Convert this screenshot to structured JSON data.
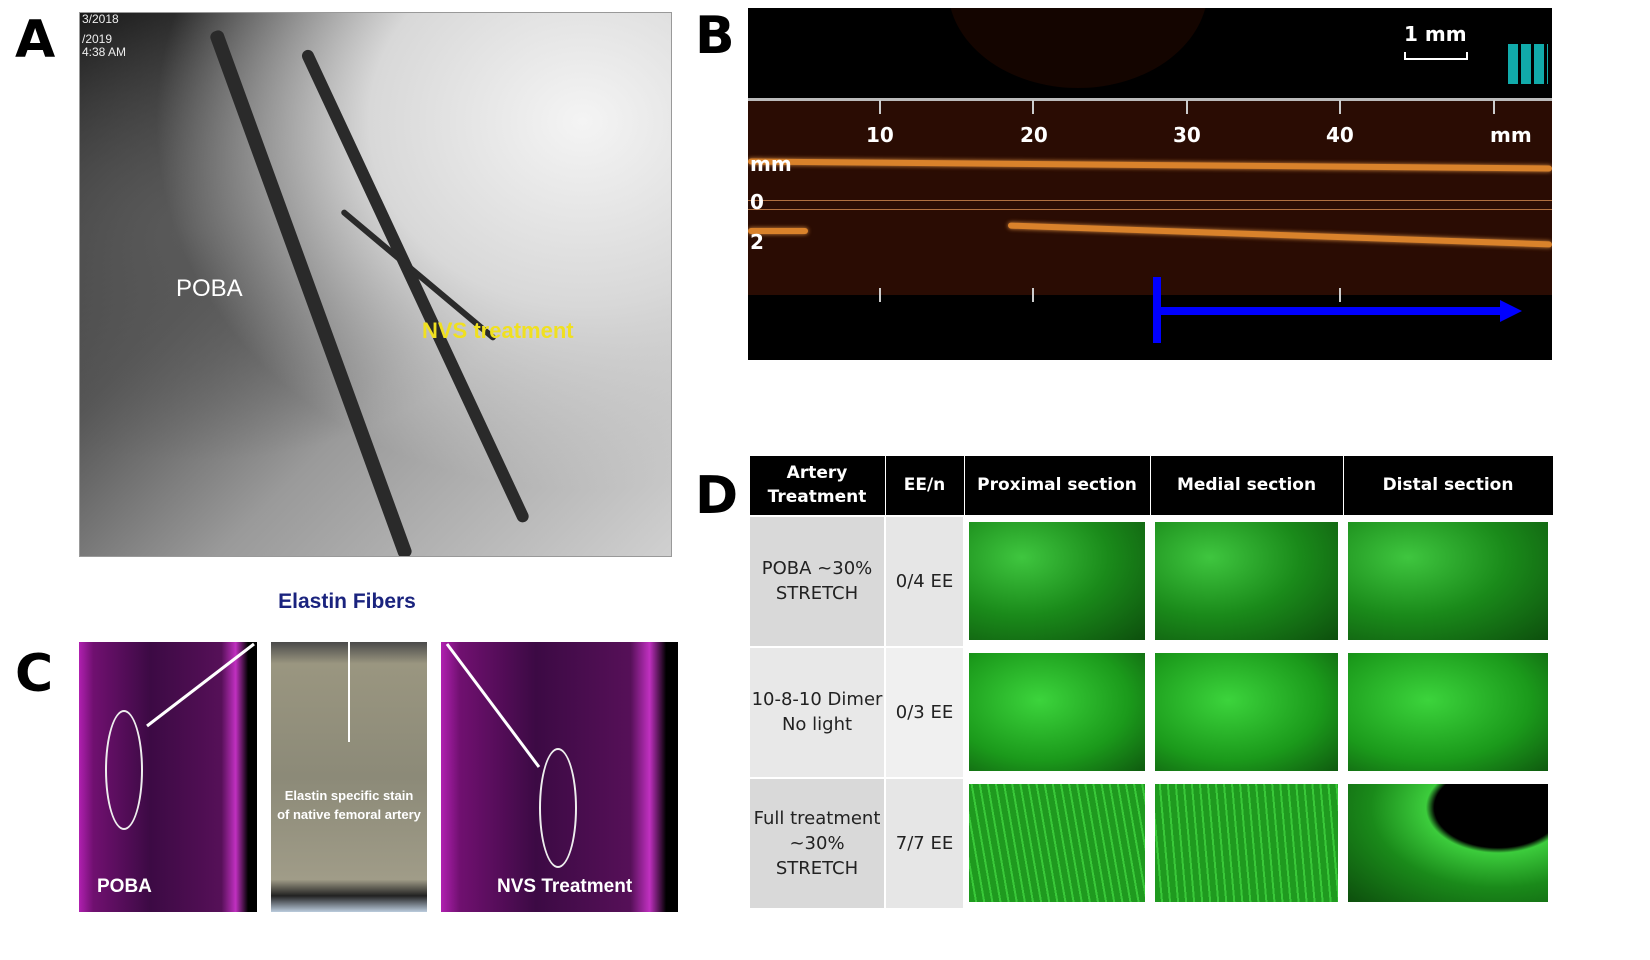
{
  "panels": {
    "A": {
      "label": "A",
      "stamp": [
        "3/2018",
        "/2019",
        "4:38 AM"
      ],
      "poba": "POBA",
      "nvs": "NVS treatment"
    },
    "B": {
      "label": "B",
      "scale": "1 mm",
      "x_ticks": [
        "10",
        "20",
        "30",
        "40",
        "mm"
      ],
      "y_labels": [
        "mm",
        "0",
        "2"
      ],
      "arrow_color": "#0000ff"
    },
    "C": {
      "label": "C",
      "title": "Elastin Fibers",
      "left": "POBA",
      "middle": "Elastin specific stain of native femoral artery",
      "right": "NVS Treatment"
    },
    "D": {
      "label": "D",
      "headers": [
        "Artery Treatment",
        "EE/n",
        "Proximal section",
        "Medial section",
        "Distal section"
      ],
      "rows": [
        {
          "treatment": "POBA ~30% STRETCH",
          "een": "0/4 EE"
        },
        {
          "treatment": "10-8-10 Dimer No light",
          "een": "0/3 EE"
        },
        {
          "treatment": "Full treatment ~30% STRETCH",
          "een": "7/7 EE"
        }
      ]
    }
  }
}
